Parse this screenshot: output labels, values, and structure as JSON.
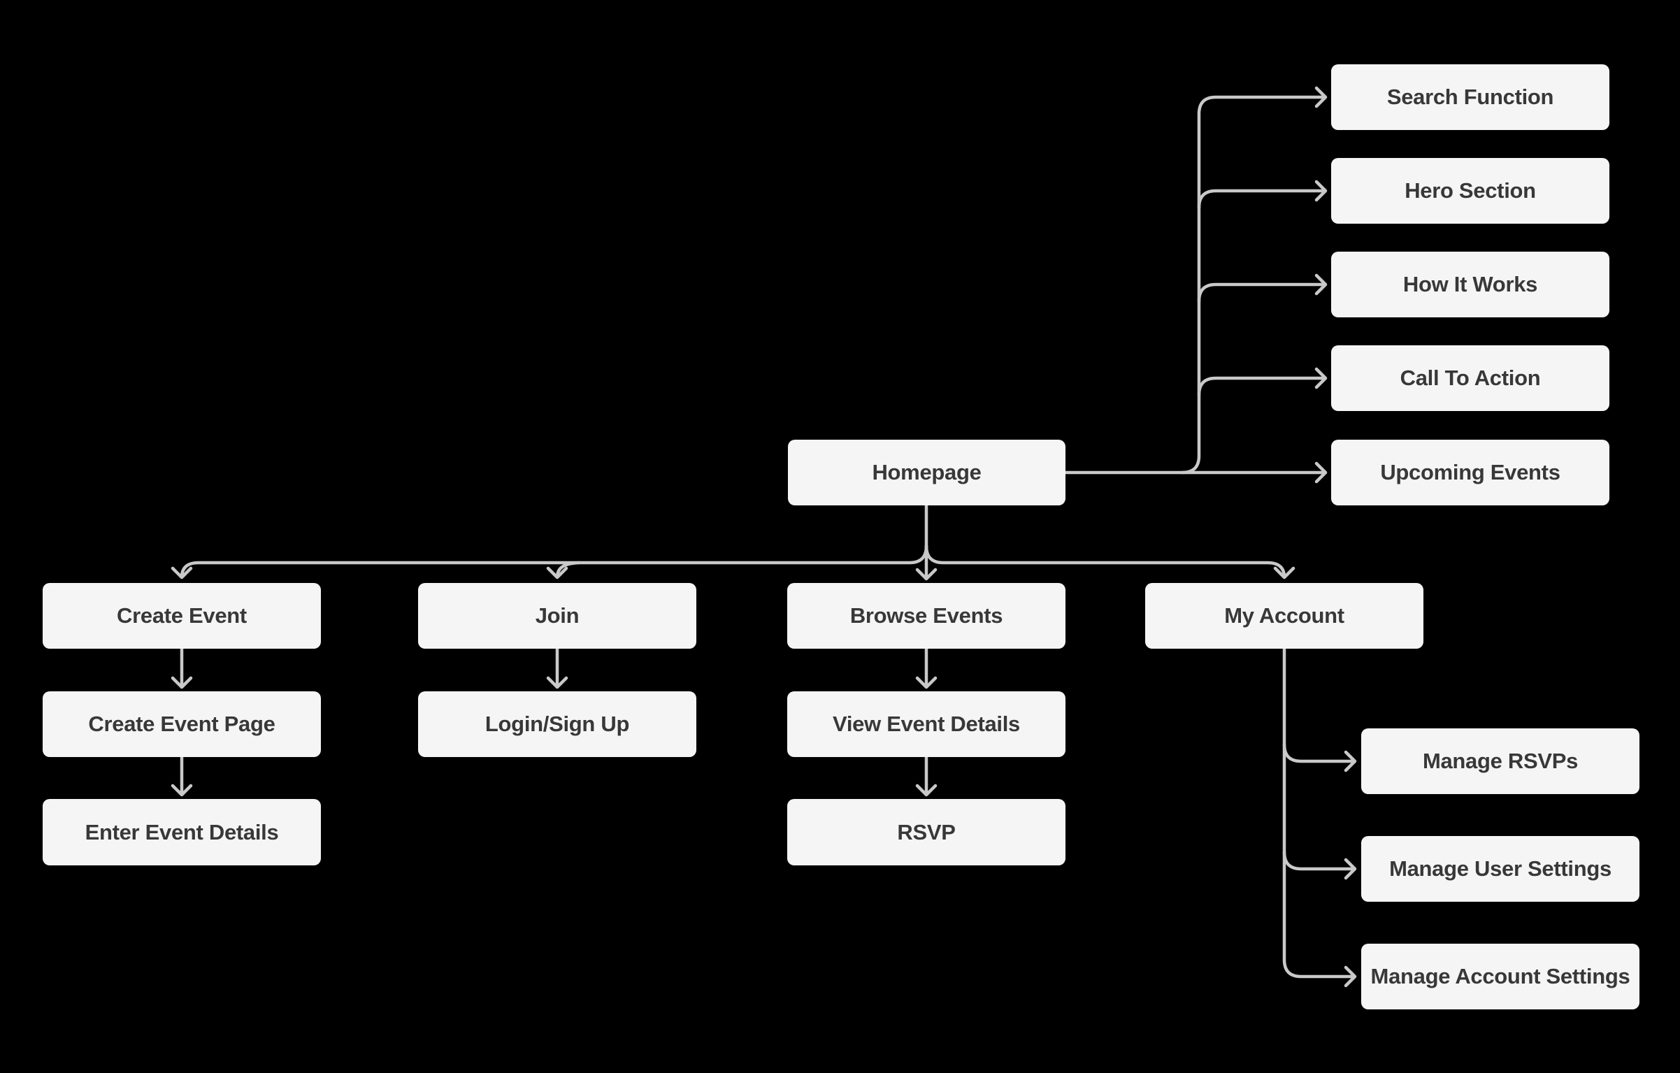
{
  "diagram": {
    "type": "sitemap-flowchart",
    "colors": {
      "background": "#000000",
      "node_fill": "#f5f5f5",
      "node_text": "#383838",
      "connector": "#c9c9c9"
    },
    "nodes": {
      "homepage": {
        "label": "Homepage"
      },
      "search_function": {
        "label": "Search Function"
      },
      "hero_section": {
        "label": "Hero Section"
      },
      "how_it_works": {
        "label": "How It Works"
      },
      "call_to_action": {
        "label": "Call To Action"
      },
      "upcoming_events": {
        "label": "Upcoming Events"
      },
      "create_event": {
        "label": "Create Event"
      },
      "join": {
        "label": "Join"
      },
      "browse_events": {
        "label": "Browse Events"
      },
      "my_account": {
        "label": "My Account"
      },
      "create_event_page": {
        "label": "Create Event Page"
      },
      "login_sign_up": {
        "label": "Login/Sign Up"
      },
      "view_event_details": {
        "label": "View Event Details"
      },
      "enter_event_details": {
        "label": "Enter Event Details"
      },
      "rsvp": {
        "label": "RSVP"
      },
      "manage_rsvps": {
        "label": "Manage RSVPs"
      },
      "manage_user_settings": {
        "label": "Manage User Settings"
      },
      "manage_account_settings": {
        "label": "Manage Account Settings"
      }
    },
    "edges": [
      {
        "from": "homepage",
        "to": "search_function"
      },
      {
        "from": "homepage",
        "to": "hero_section"
      },
      {
        "from": "homepage",
        "to": "how_it_works"
      },
      {
        "from": "homepage",
        "to": "call_to_action"
      },
      {
        "from": "homepage",
        "to": "upcoming_events"
      },
      {
        "from": "homepage",
        "to": "create_event"
      },
      {
        "from": "homepage",
        "to": "join"
      },
      {
        "from": "homepage",
        "to": "browse_events"
      },
      {
        "from": "homepage",
        "to": "my_account"
      },
      {
        "from": "create_event",
        "to": "create_event_page"
      },
      {
        "from": "create_event_page",
        "to": "enter_event_details"
      },
      {
        "from": "join",
        "to": "login_sign_up"
      },
      {
        "from": "browse_events",
        "to": "view_event_details"
      },
      {
        "from": "view_event_details",
        "to": "rsvp"
      },
      {
        "from": "my_account",
        "to": "manage_rsvps"
      },
      {
        "from": "my_account",
        "to": "manage_user_settings"
      },
      {
        "from": "my_account",
        "to": "manage_account_settings"
      }
    ]
  }
}
